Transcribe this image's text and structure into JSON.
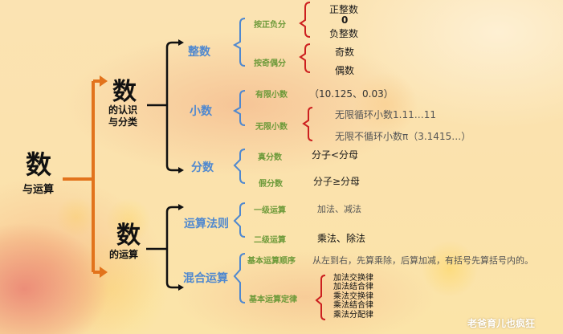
{
  "root": {
    "title": "数",
    "subtitle": "与运算"
  },
  "branches": [
    {
      "title": "数",
      "subtitle_line1": "的认识",
      "subtitle_line2": "与分类",
      "children": [
        {
          "label": "整数",
          "children": [
            {
              "label": "按正负分",
              "items": [
                "正整数",
                "0",
                "负整数"
              ]
            },
            {
              "label": "按奇偶分",
              "items": [
                "奇数",
                "偶数"
              ]
            }
          ]
        },
        {
          "label": "小数",
          "children": [
            {
              "label": "有限小数",
              "items": [
                "（10.125、0.03）"
              ]
            },
            {
              "label": "无限小数",
              "items": [
                "无限循环小数1.11…11",
                "无限不循环小数π（3.1415…）"
              ]
            }
          ]
        },
        {
          "label": "分数",
          "children": [
            {
              "label": "真分数",
              "items": [
                "分子<分母"
              ]
            },
            {
              "label": "假分数",
              "items": [
                "分子≥分母"
              ]
            }
          ]
        }
      ]
    },
    {
      "title": "数",
      "subtitle_line1": "的运算",
      "children": [
        {
          "label": "运算法则",
          "children": [
            {
              "label": "一级运算",
              "items": [
                "加法、减法"
              ]
            },
            {
              "label": "二级运算",
              "items": [
                "乘法、除法"
              ]
            }
          ]
        },
        {
          "label": "混合运算",
          "children": [
            {
              "label": "基本运算顺序",
              "items": [
                "从左到右，先算乘除，后算加减，有括号先算括号内的。"
              ]
            },
            {
              "label": "基本运算定律",
              "items": [
                "加法交换律",
                "加法结合律",
                "乘法交换律",
                "乘法结合律",
                "乘法分配律"
              ]
            }
          ]
        }
      ]
    }
  ],
  "watermark": "老爸育儿也疯狂",
  "colors": {
    "root_connector": "#e2731c",
    "level2_connector": "#111111",
    "level3_bracket": "#4f88cf",
    "level4_bracket": "#cc1f1f",
    "level3_text": "#4f88cf",
    "level4_text": "#6d9a3a"
  }
}
